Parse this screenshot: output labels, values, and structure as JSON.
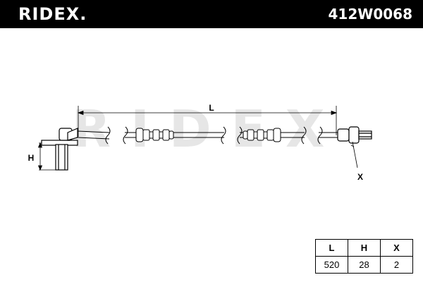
{
  "header": {
    "brand": "RIDEX.",
    "part_number": "412W0068"
  },
  "diagram": {
    "dimension_L": "L",
    "dimension_H": "H",
    "callout_X": "X",
    "watermark": "RIDEX"
  },
  "spec_table": {
    "headers": [
      "L",
      "H",
      "X"
    ],
    "values": [
      "520",
      "28",
      "2"
    ]
  }
}
